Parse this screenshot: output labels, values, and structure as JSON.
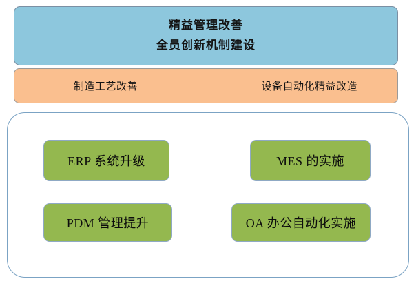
{
  "diagram": {
    "type": "hierarchy-block-diagram",
    "colors": {
      "banner_blue": "#8DC7DD",
      "banner_orange": "#FABF8F",
      "chip_green": "#94B84F",
      "container_border": "#7BA3C4",
      "chip_border": "#8FA9C4",
      "text": "#0D0D0D",
      "background": "#FFFFFF"
    },
    "top_banner": {
      "name": "lean-management-banner",
      "lines": [
        "精益管理改善",
        "全员创新机制建设"
      ]
    },
    "second_banner": {
      "name": "process-and-equipment-banner",
      "items": [
        "制造工艺改善",
        "设备自动化精益改造"
      ]
    },
    "systems_group": {
      "name": "information-systems-group",
      "items": [
        {
          "id": "erp",
          "label": "ERP 系统升级"
        },
        {
          "id": "mes",
          "label": "MES 的实施"
        },
        {
          "id": "pdm",
          "label": "PDM 管理提升"
        },
        {
          "id": "oa",
          "label": "OA 办公自动化实施"
        }
      ]
    }
  }
}
